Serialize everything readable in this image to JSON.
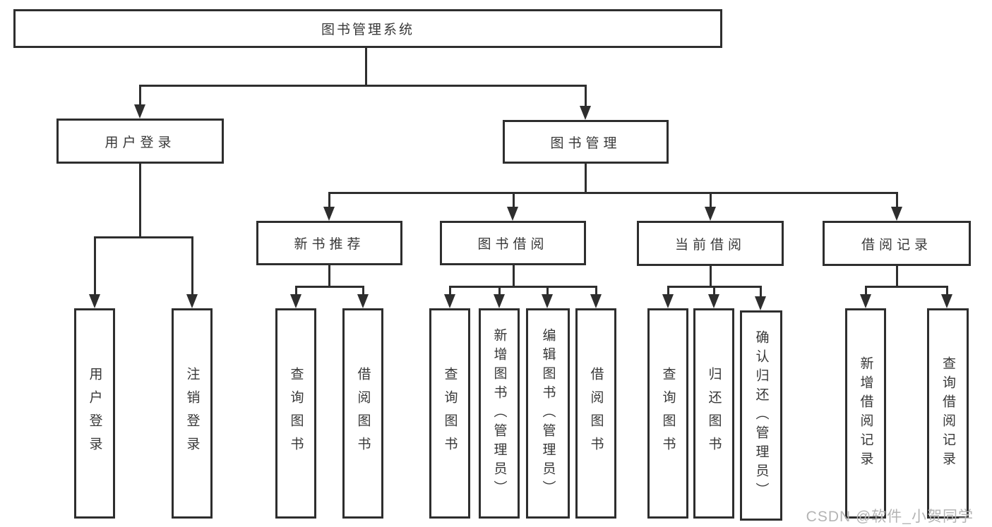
{
  "tree": {
    "label": "图书管理系统",
    "children": [
      {
        "label": "用户登录",
        "children": [
          {
            "label": "用户登录"
          },
          {
            "label": "注销登录"
          }
        ]
      },
      {
        "label": "图书管理",
        "children": [
          {
            "label": "新书推荐",
            "children": [
              {
                "label": "查询图书"
              },
              {
                "label": "借阅图书"
              }
            ]
          },
          {
            "label": "图书借阅",
            "children": [
              {
                "label": "查询图书"
              },
              {
                "label": "新增图书（管理员）"
              },
              {
                "label": "编辑图书（管理员）"
              },
              {
                "label": "借阅图书"
              }
            ]
          },
          {
            "label": "当前借阅",
            "children": [
              {
                "label": "查询图书"
              },
              {
                "label": "归还图书"
              },
              {
                "label": "确认归还（管理员）"
              }
            ]
          },
          {
            "label": "借阅记录",
            "children": [
              {
                "label": "新增借阅记录"
              },
              {
                "label": "查询借阅记录"
              }
            ]
          }
        ]
      }
    ]
  },
  "watermark": {
    "text": "CSDN @软件_小贺同学"
  },
  "colors": {
    "line": "#2e2e2e",
    "text": "#383838",
    "watermark": "#b4b4b4",
    "background": "#ffffff"
  }
}
